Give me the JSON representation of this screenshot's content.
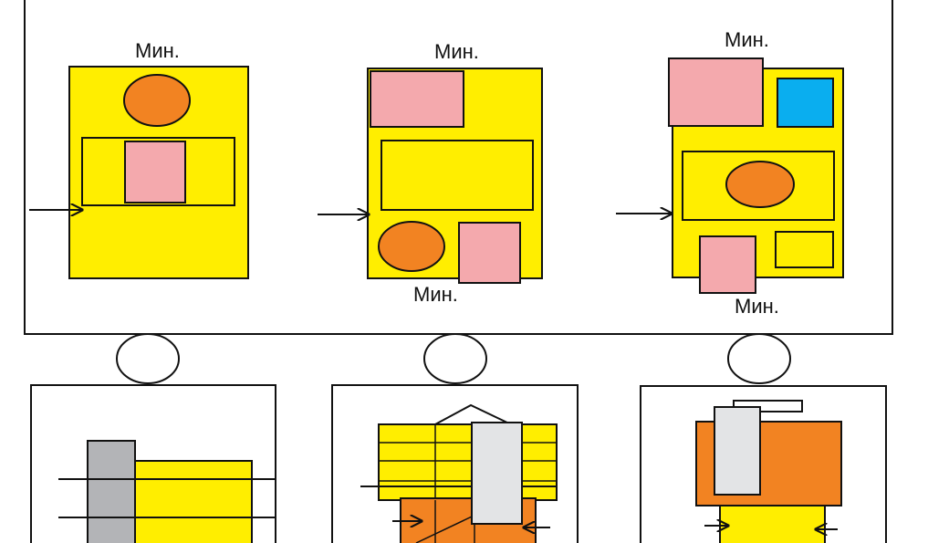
{
  "labels": {
    "panel1_top": "Мин.",
    "panel2_top": "Мин.",
    "panel2_bottom": "Мин.",
    "panel3_top": "Мин.",
    "panel3_bottom": "Мин."
  },
  "colors": {
    "yellow": "#FFEE00",
    "orange": "#F28322",
    "pink": "#F4A9AD",
    "blue": "#0AAEEF",
    "gray": "#B3B4B7",
    "light_gray": "#E3E4E6",
    "outline": "#111111",
    "background": "#FFFFFF"
  }
}
